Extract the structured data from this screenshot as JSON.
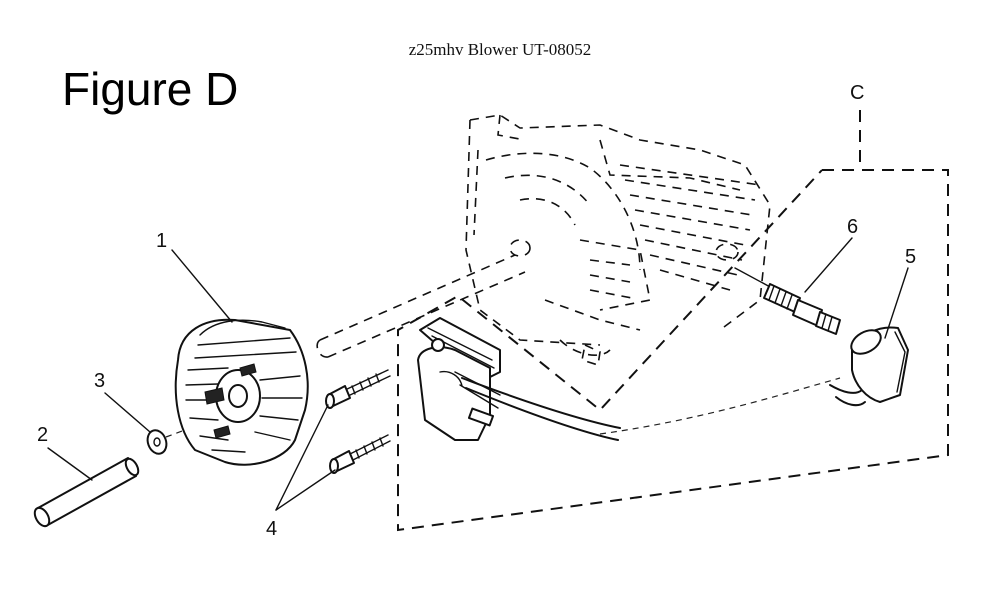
{
  "header": {
    "title": "z25mhv Blower UT-08052"
  },
  "figure": {
    "label": "Figure D"
  },
  "callouts": {
    "c": "C",
    "p1": "1",
    "p2": "2",
    "p3": "3",
    "p4": "4",
    "p5": "5",
    "p6": "6"
  }
}
